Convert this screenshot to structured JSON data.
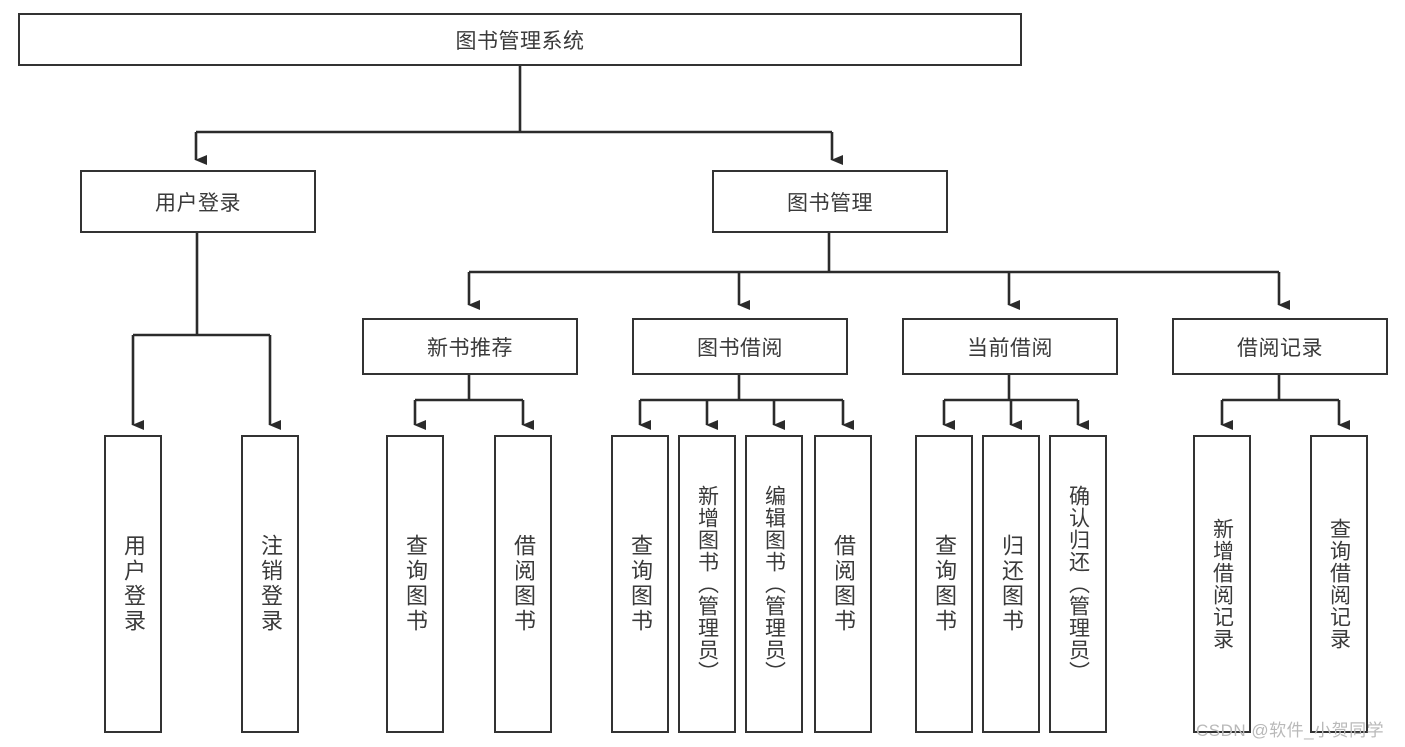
{
  "diagram": {
    "type": "hierarchy-tree",
    "title": "图书管理系统",
    "colors": {
      "box_border": "#333333",
      "line": "#2b2b2b",
      "text": "#3a3a3a",
      "background": "#ffffff",
      "watermark": "#b9b9b9"
    },
    "root": {
      "label": "图书管理系统"
    },
    "level2": [
      {
        "label": "用户登录"
      },
      {
        "label": "图书管理"
      }
    ],
    "level3": [
      {
        "label": "新书推荐"
      },
      {
        "label": "图书借阅"
      },
      {
        "label": "当前借阅"
      },
      {
        "label": "借阅记录"
      }
    ],
    "leaves": {
      "user_login": [
        {
          "label": "用户登录"
        },
        {
          "label": "注销登录"
        }
      ],
      "new_book_recommend": [
        {
          "label": "查询图书"
        },
        {
          "label": "借阅图书"
        }
      ],
      "book_borrow": [
        {
          "label": "查询图书"
        },
        {
          "label": "新增图书（管理员）"
        },
        {
          "label": "编辑图书（管理员）"
        },
        {
          "label": "借阅图书"
        }
      ],
      "current_borrow": [
        {
          "label": "查询图书"
        },
        {
          "label": "归还图书"
        },
        {
          "label": "确认归还（管理员）"
        }
      ],
      "borrow_record": [
        {
          "label": "新增借阅记录"
        },
        {
          "label": "查询借阅记录"
        }
      ]
    },
    "watermark": "CSDN @软件_小贺同学"
  }
}
